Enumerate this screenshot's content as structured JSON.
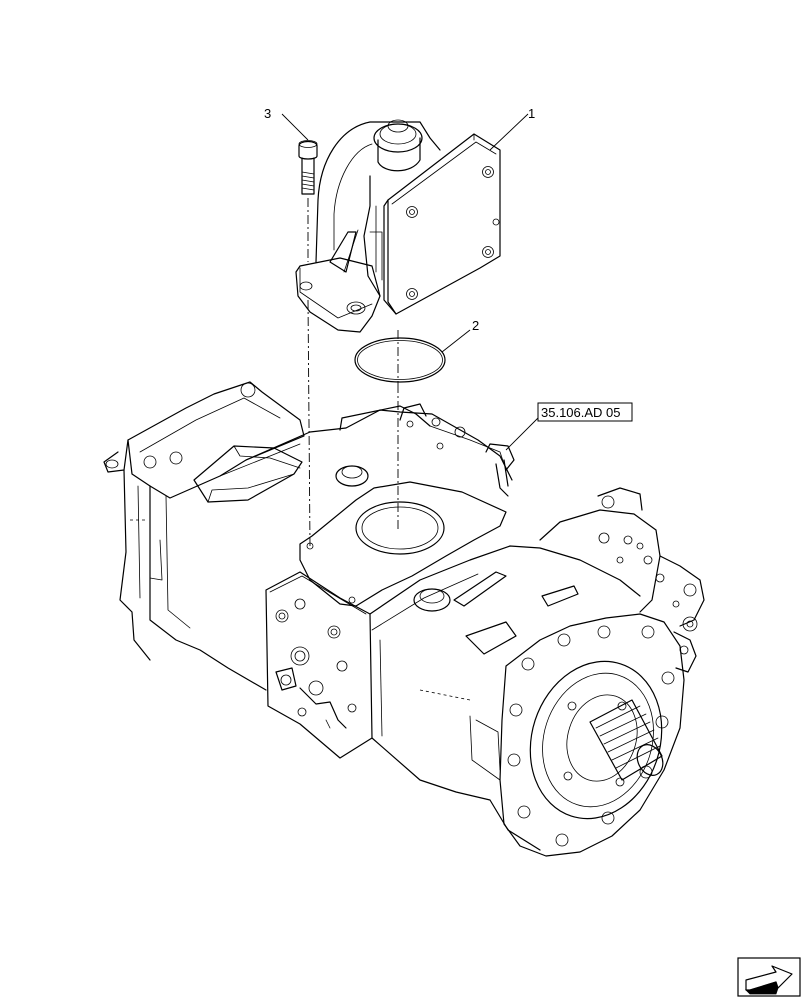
{
  "callouts": {
    "item_1": "1",
    "item_2": "2",
    "item_3": "3"
  },
  "reference": {
    "label": "35.106.AD 05"
  },
  "icons": {
    "nav": "next-page-arrow-icon"
  },
  "colors": {
    "line": "#000000",
    "background": "#ffffff"
  }
}
